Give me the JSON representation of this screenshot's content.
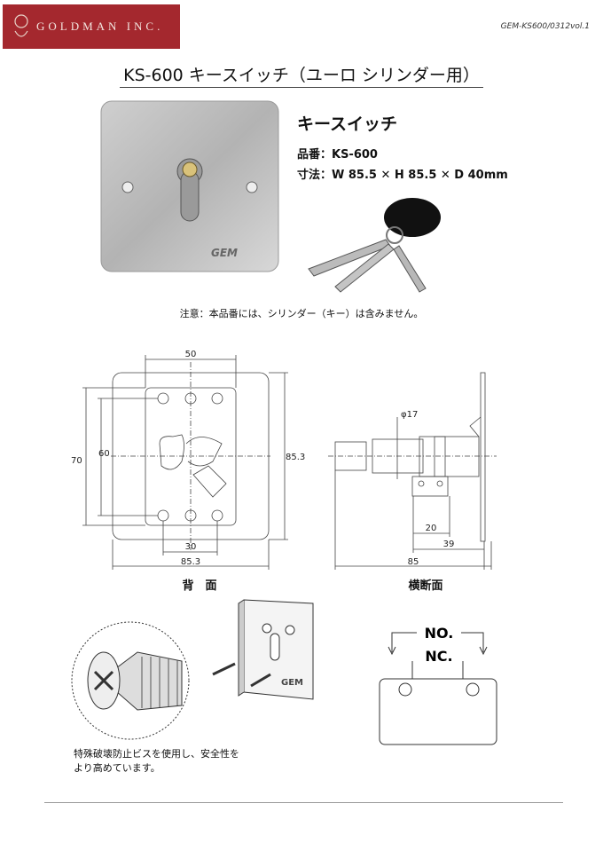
{
  "header": {
    "company": "GOLDMAN INC.",
    "doc_id": "GEM-KS600/0312vol.1"
  },
  "title": "KS-600 キースイッチ（ユーロ シリンダー用）",
  "product": {
    "name": "キースイッチ",
    "model": "品番：KS-600",
    "dimensions": "寸法：W 85.5 ✕ H 85.5 ✕ D 40mm",
    "plate_brand": "GEM"
  },
  "note": "注意：本品番には、シリンダー（キー）は含みません。",
  "back_view": {
    "label": "背　面",
    "dims": {
      "top": "50",
      "left_outer": "70",
      "left_inner": "60",
      "right": "85.3",
      "bottom_inner": "30",
      "bottom": "85.3"
    }
  },
  "side_view": {
    "label": "横断面",
    "dims": {
      "diameter": "φ17",
      "d20": "20",
      "d39": "39",
      "d85": "85"
    }
  },
  "screw_caption": [
    "特殊破壊防止ビスを使用し、安全性を",
    "より高めています。"
  ],
  "contacts": {
    "no": "NO.",
    "nc": "NC."
  },
  "colors": {
    "brand": "#a4282e"
  }
}
